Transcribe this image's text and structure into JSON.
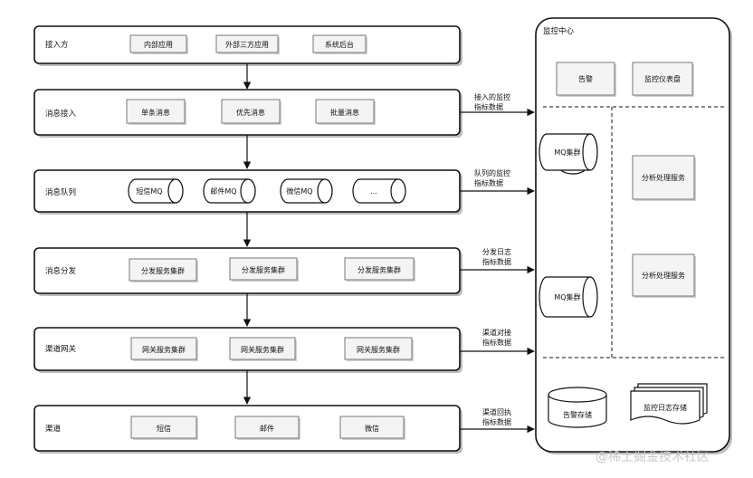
{
  "lanes": [
    {
      "title": "接入方",
      "items": [
        "内部应用",
        "外部三方应用",
        "系统后台"
      ]
    },
    {
      "title": "消息接入",
      "items": [
        "单条消息",
        "优先消息",
        "批量消息"
      ]
    },
    {
      "title": "消息队列",
      "items": [
        "短信MQ",
        "邮件MQ",
        "微信MQ",
        "..."
      ]
    },
    {
      "title": "消息分发",
      "items": [
        "分发服务集群",
        "分发服务集群",
        "分发服务集群"
      ]
    },
    {
      "title": "渠道网关",
      "items": [
        "网关服务集群",
        "网关服务集群",
        "网关服务集群"
      ]
    },
    {
      "title": "渠道",
      "items": [
        "短信",
        "邮件",
        "微信"
      ]
    }
  ],
  "edge_labels": [
    [
      "接入的监控",
      "指标数据"
    ],
    [
      "队列的监控",
      "指标数据"
    ],
    [
      "分发日志",
      "指标数据"
    ],
    [
      "渠道对接",
      "指标数据"
    ],
    [
      "渠道回执",
      "指标数据"
    ]
  ],
  "monitor": {
    "title": "监控中心",
    "alarm": "告警",
    "dashboard": "监控仪表盘",
    "mq1": "MQ集群",
    "mq2": "MQ集群",
    "analysis1": "分析处理服务",
    "analysis2": "分析处理服务",
    "alarm_store": "告警存储",
    "log_store": "监控日志存储"
  },
  "watermark": "@稀土掘金技术社区"
}
